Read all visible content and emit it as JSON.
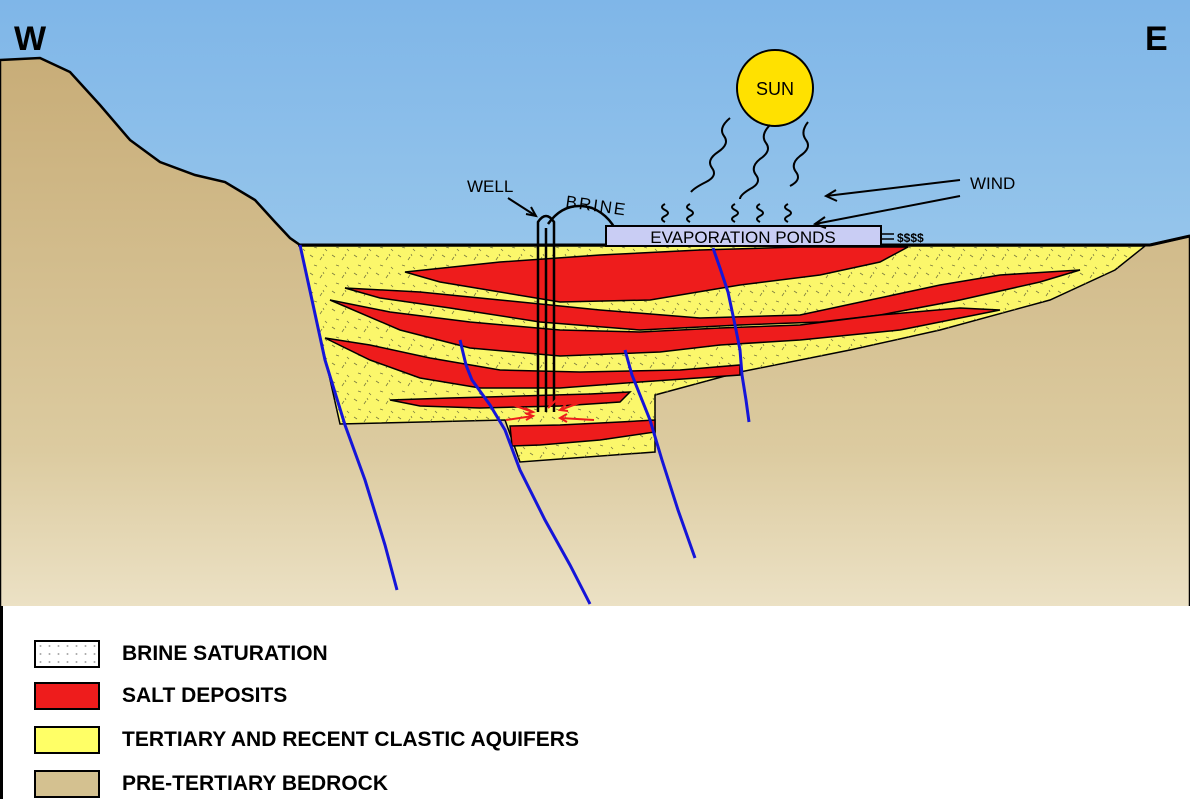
{
  "directions": {
    "west": "W",
    "east": "E"
  },
  "labels": {
    "sun": "SUN",
    "well": "WELL",
    "brine": "BRINE",
    "wind": "WIND",
    "ponds": "EVAPORATION PONDS",
    "money": "$$$$"
  },
  "legend": [
    {
      "key": "brine",
      "label": "BRINE SATURATION",
      "color": "#ffffff"
    },
    {
      "key": "salt",
      "label": "SALT DEPOSITS",
      "color": "#ee1c1c"
    },
    {
      "key": "aquifer",
      "label": "TERTIARY AND RECENT CLASTIC AQUIFERS",
      "color": "#ffff66"
    },
    {
      "key": "bedrock",
      "label": "PRE-TERTIARY BEDROCK",
      "color": "#d4c190"
    }
  ],
  "colors": {
    "sky": "#a9d3ef",
    "bedrock": "#d4c190",
    "aquifer": "#fbf76b",
    "salt": "#ee1c1c",
    "fault": "#1515d8",
    "sun": "#ffe100",
    "pond": "#c9cdf4"
  }
}
